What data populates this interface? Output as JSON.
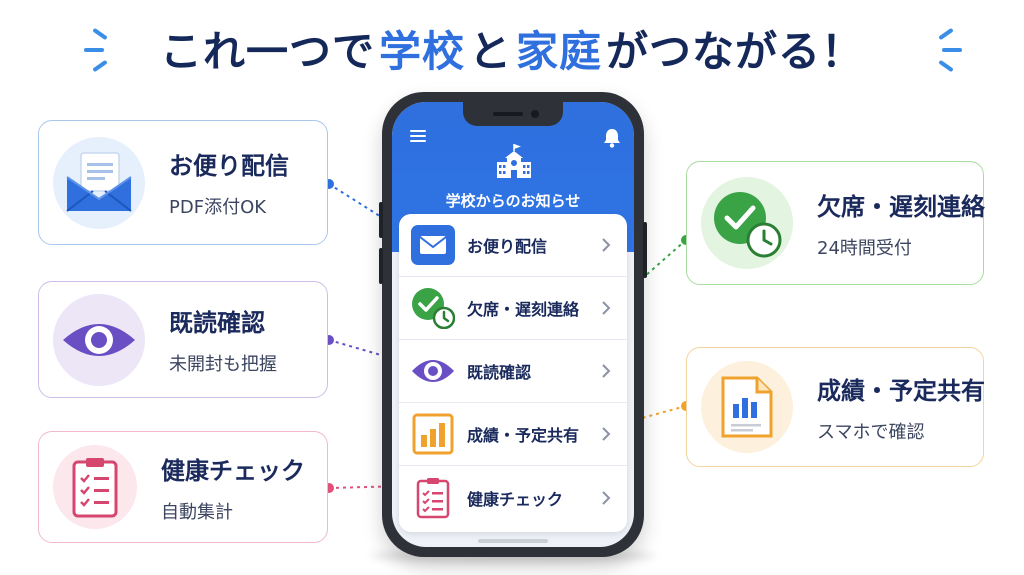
{
  "headline": {
    "part1": "これ一つで",
    "part2": "学校",
    "part3": "と",
    "part4": "家庭",
    "part5": "がつながる！"
  },
  "colors": {
    "accent_blue": "#2f6fde",
    "navy": "#14285a",
    "green": "#3aa346",
    "purple": "#6a4fc4",
    "orange": "#f0a22e",
    "pink": "#e0517a"
  },
  "phone": {
    "header_title": "学校からのお知らせ",
    "menu_icon": "hamburger-menu-icon",
    "bell_icon": "bell-icon",
    "logo_icon": "school-building-icon",
    "items": [
      {
        "label": "お便り配信",
        "icon": "envelope-icon"
      },
      {
        "label": "欠席・遅刻連絡",
        "icon": "check-clock-icon"
      },
      {
        "label": "既読確認",
        "icon": "eye-icon"
      },
      {
        "label": "成績・予定共有",
        "icon": "bar-chart-icon"
      },
      {
        "label": "健康チェック",
        "icon": "clipboard-checklist-icon"
      }
    ]
  },
  "cards": {
    "mail": {
      "title": "お便り配信",
      "subtitle": "PDF添付OK",
      "icon": "envelope-icon"
    },
    "read": {
      "title": "既読確認",
      "subtitle": "未開封も把握",
      "icon": "eye-icon"
    },
    "health": {
      "title": "健康チェック",
      "subtitle": "自動集計",
      "icon": "clipboard-checklist-icon"
    },
    "absent": {
      "title": "欠席・遅刻連絡",
      "subtitle": "24時間受付",
      "icon": "check-clock-icon"
    },
    "grade": {
      "title": "成績・予定共有",
      "subtitle": "スマホで確認",
      "icon": "document-chart-icon"
    }
  }
}
